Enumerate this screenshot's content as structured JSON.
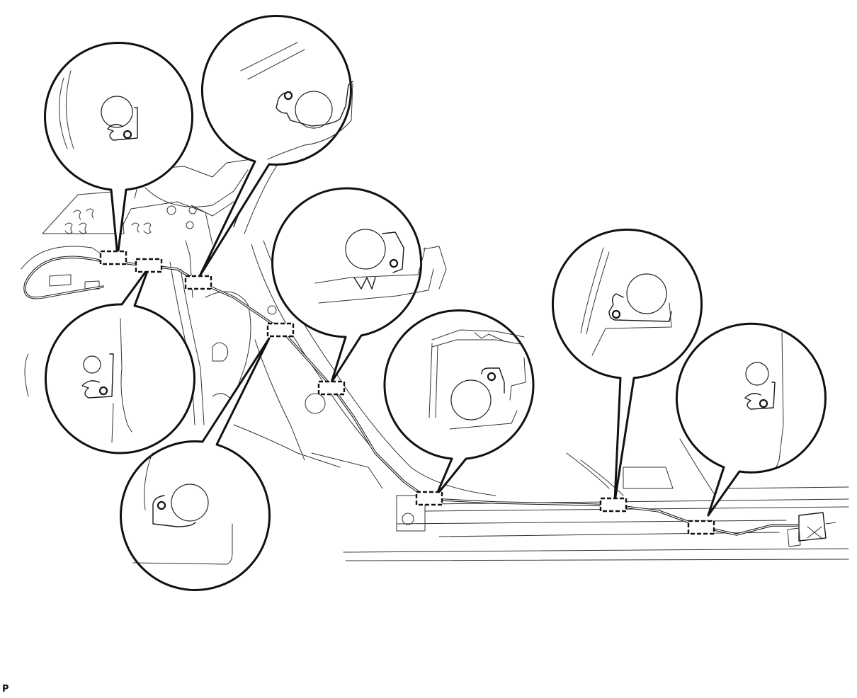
{
  "figure": {
    "code": "P",
    "clip_callouts": [
      {
        "id": "clip-1"
      },
      {
        "id": "clip-2"
      },
      {
        "id": "clip-3"
      },
      {
        "id": "clip-4"
      },
      {
        "id": "clip-5"
      },
      {
        "id": "clip-6"
      },
      {
        "id": "clip-7"
      },
      {
        "id": "clip-8"
      },
      {
        "id": "clip-9"
      }
    ]
  },
  "colors": {
    "line": "#1a1a1a",
    "background": "#ffffff"
  }
}
